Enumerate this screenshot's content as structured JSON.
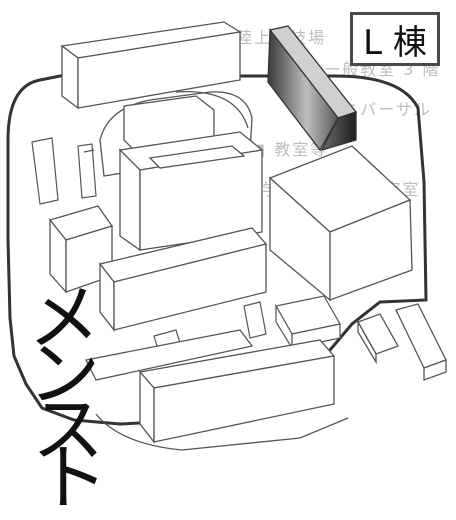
{
  "map": {
    "building_label": "L 棟",
    "side_text_chars": [
      "メ",
      "ン",
      "ス",
      "ト"
    ],
    "faded_text": [
      "□ 陸上競技場",
      "□ 一般教室 3 階",
      "■ ユニバーサル",
      "■ 教室等",
      "□ 大学院 情報系 研究室"
    ],
    "colors": {
      "highlight_building_dark": "#2a2a2a",
      "highlight_building_light": "#9a9a9a",
      "outline": "#555555",
      "background_text": "#bdbdbd"
    }
  }
}
